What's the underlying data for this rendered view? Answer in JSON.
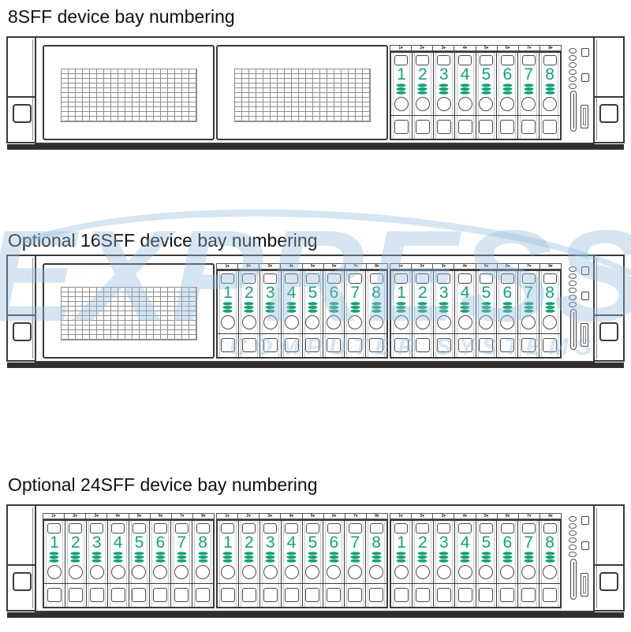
{
  "accent": {
    "bay_number_color": "#12a377",
    "watermark_color_rgba": "rgba(148,187,222,0.38)",
    "line_color": "#3a3a3a"
  },
  "icons": {
    "bay_icon": "disk-stack",
    "led_shape": "oval"
  },
  "bay_tab_arrow": "▾",
  "watermark": {
    "text": "EXPRESS",
    "subtext": "COMPUTER SYSTEMS"
  },
  "diagrams": [
    {
      "title": "8SFF device bay numbering",
      "layout": [
        "blank",
        "blank",
        "bays"
      ],
      "bay_groups": [
        [
          "1",
          "2",
          "3",
          "4",
          "5",
          "6",
          "7",
          "8"
        ]
      ]
    },
    {
      "title": "Optional 16SFF device bay numbering",
      "layout": [
        "blank",
        "bays",
        "bays"
      ],
      "bay_groups": [
        [
          "1",
          "2",
          "3",
          "4",
          "5",
          "6",
          "7",
          "8"
        ],
        [
          "1",
          "2",
          "3",
          "4",
          "5",
          "6",
          "7",
          "8"
        ]
      ]
    },
    {
      "title": "Optional 24SFF device bay numbering",
      "layout": [
        "bays",
        "bays",
        "bays"
      ],
      "bay_groups": [
        [
          "1",
          "2",
          "3",
          "4",
          "5",
          "6",
          "7",
          "8"
        ],
        [
          "1",
          "2",
          "3",
          "4",
          "5",
          "6",
          "7",
          "8"
        ],
        [
          "1",
          "2",
          "3",
          "4",
          "5",
          "6",
          "7",
          "8"
        ]
      ]
    }
  ]
}
